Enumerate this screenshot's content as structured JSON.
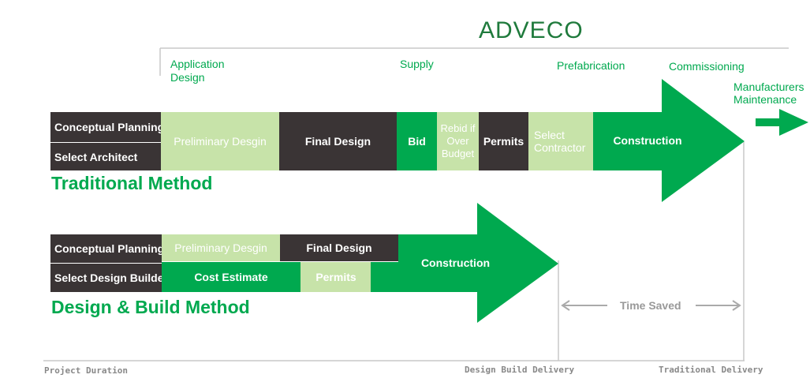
{
  "logo": {
    "text": "ADVECO"
  },
  "phases": {
    "application_design": "Application\nDesign",
    "supply": "Supply",
    "prefabrication": "Prefabrication",
    "commissioning": "Commissioning",
    "manufacturers_maintenance": "Manufacturers\nMaintenance"
  },
  "traditional": {
    "title": "Traditional Method",
    "conceptual_planning": "Conceptual Planning;",
    "select_architect": "Select Architect",
    "preliminary_design": "Preliminary Desgin",
    "final_design": "Final Design",
    "bid": "Bid",
    "rebid": "Rebid if\nOver\nBudget",
    "permits": "Permits",
    "select_contractor": "Select\nContractor",
    "construction": "Construction"
  },
  "design_build": {
    "title": "Design & Build Method",
    "conceptual_planning": "Conceptual Planning",
    "select_design_builder": "Select Design Builder",
    "preliminary_design": "Preliminary Desgin",
    "final_design": "Final Design",
    "cost_estimate": "Cost Estimate",
    "permits": "Permits",
    "construction": "Construction"
  },
  "timeline": {
    "project_duration": "Project Duration",
    "design_build_delivery": "Design Build Delivery",
    "traditional_delivery": "Traditional Delivery",
    "time_saved": "Time Saved"
  },
  "colors": {
    "green": "#00a94f",
    "light_green": "#c7e3a9",
    "dark": "#3a3435",
    "grey": "#999999"
  }
}
